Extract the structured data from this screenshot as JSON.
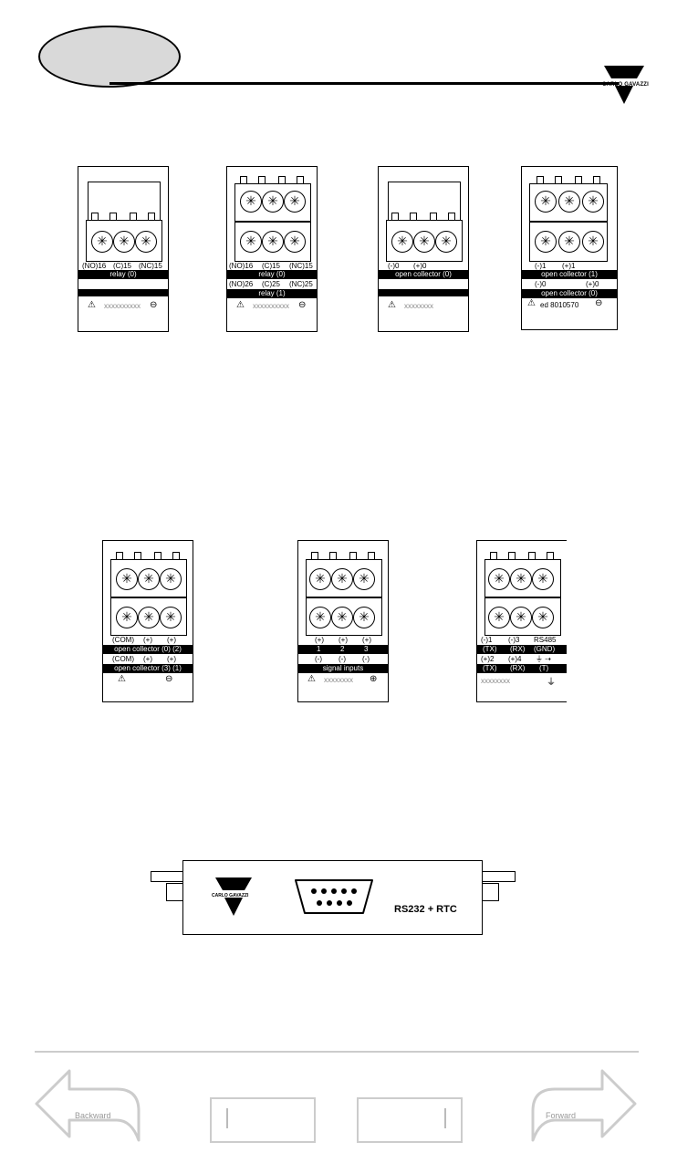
{
  "header": {
    "logo_text": "CARLO GAVAZZI"
  },
  "modules_row1": [
    {
      "label_top": [
        "(NO)16",
        "(C)15",
        "(NC)15"
      ],
      "bar1": "relay (0)",
      "code": "xxxxxxxxxx"
    },
    {
      "label_top": [
        "(NO)16",
        "(C)15",
        "(NC)15"
      ],
      "bar1": "relay (0)",
      "label_mid": [
        "(NO)26",
        "(C)25",
        "(NC)25"
      ],
      "bar2": "relay (1)",
      "code": "xxxxxxxxxx"
    },
    {
      "label_top": [
        "(-)0",
        "(+)0"
      ],
      "bar1": "open collector (0)",
      "code": "xxxxxxxx"
    },
    {
      "label_top": [
        "(-)1",
        "(+)1"
      ],
      "bar1": "open collector (1)",
      "label_mid": [
        "(-)0",
        "(+)0"
      ],
      "bar2": "open collector (0)",
      "code": "ed 8010570"
    }
  ],
  "modules_row2": [
    {
      "label_top": [
        "(COM)",
        "(+)",
        "(+)"
      ],
      "bar1": "open collector (0) (2)",
      "label_mid": [
        "(COM)",
        "(+)",
        "(+)"
      ],
      "bar2": "open collector (3) (1)"
    },
    {
      "label_top": [
        "(+)",
        "(+)",
        "(+)"
      ],
      "bar1_cols": [
        "1",
        "2",
        "3"
      ],
      "label_mid": [
        "(-)",
        "(-)",
        "(-)"
      ],
      "bar2": "signal inputs",
      "code": "xxxxxxxx"
    },
    {
      "label_top": [
        "(-)1",
        "(-)3",
        "RS485"
      ],
      "bar1_cols": [
        "(TX)",
        "(RX)",
        "(GND)"
      ],
      "label_mid": [
        "(+)2",
        "(+)4",
        ""
      ],
      "bar2_cols": [
        "(TX)",
        "(RX)",
        "(T)"
      ],
      "code": "xxxxxxxx"
    }
  ],
  "rs232": {
    "logo_text": "CARLO GAVAZZI",
    "label": "RS232 + RTC"
  },
  "footer": {
    "backward_label": "Backward",
    "forward_label": "Forward"
  },
  "colors": {
    "bar": "#000000",
    "footer_gray": "#cccccc",
    "oval": "#d9d9d9"
  }
}
